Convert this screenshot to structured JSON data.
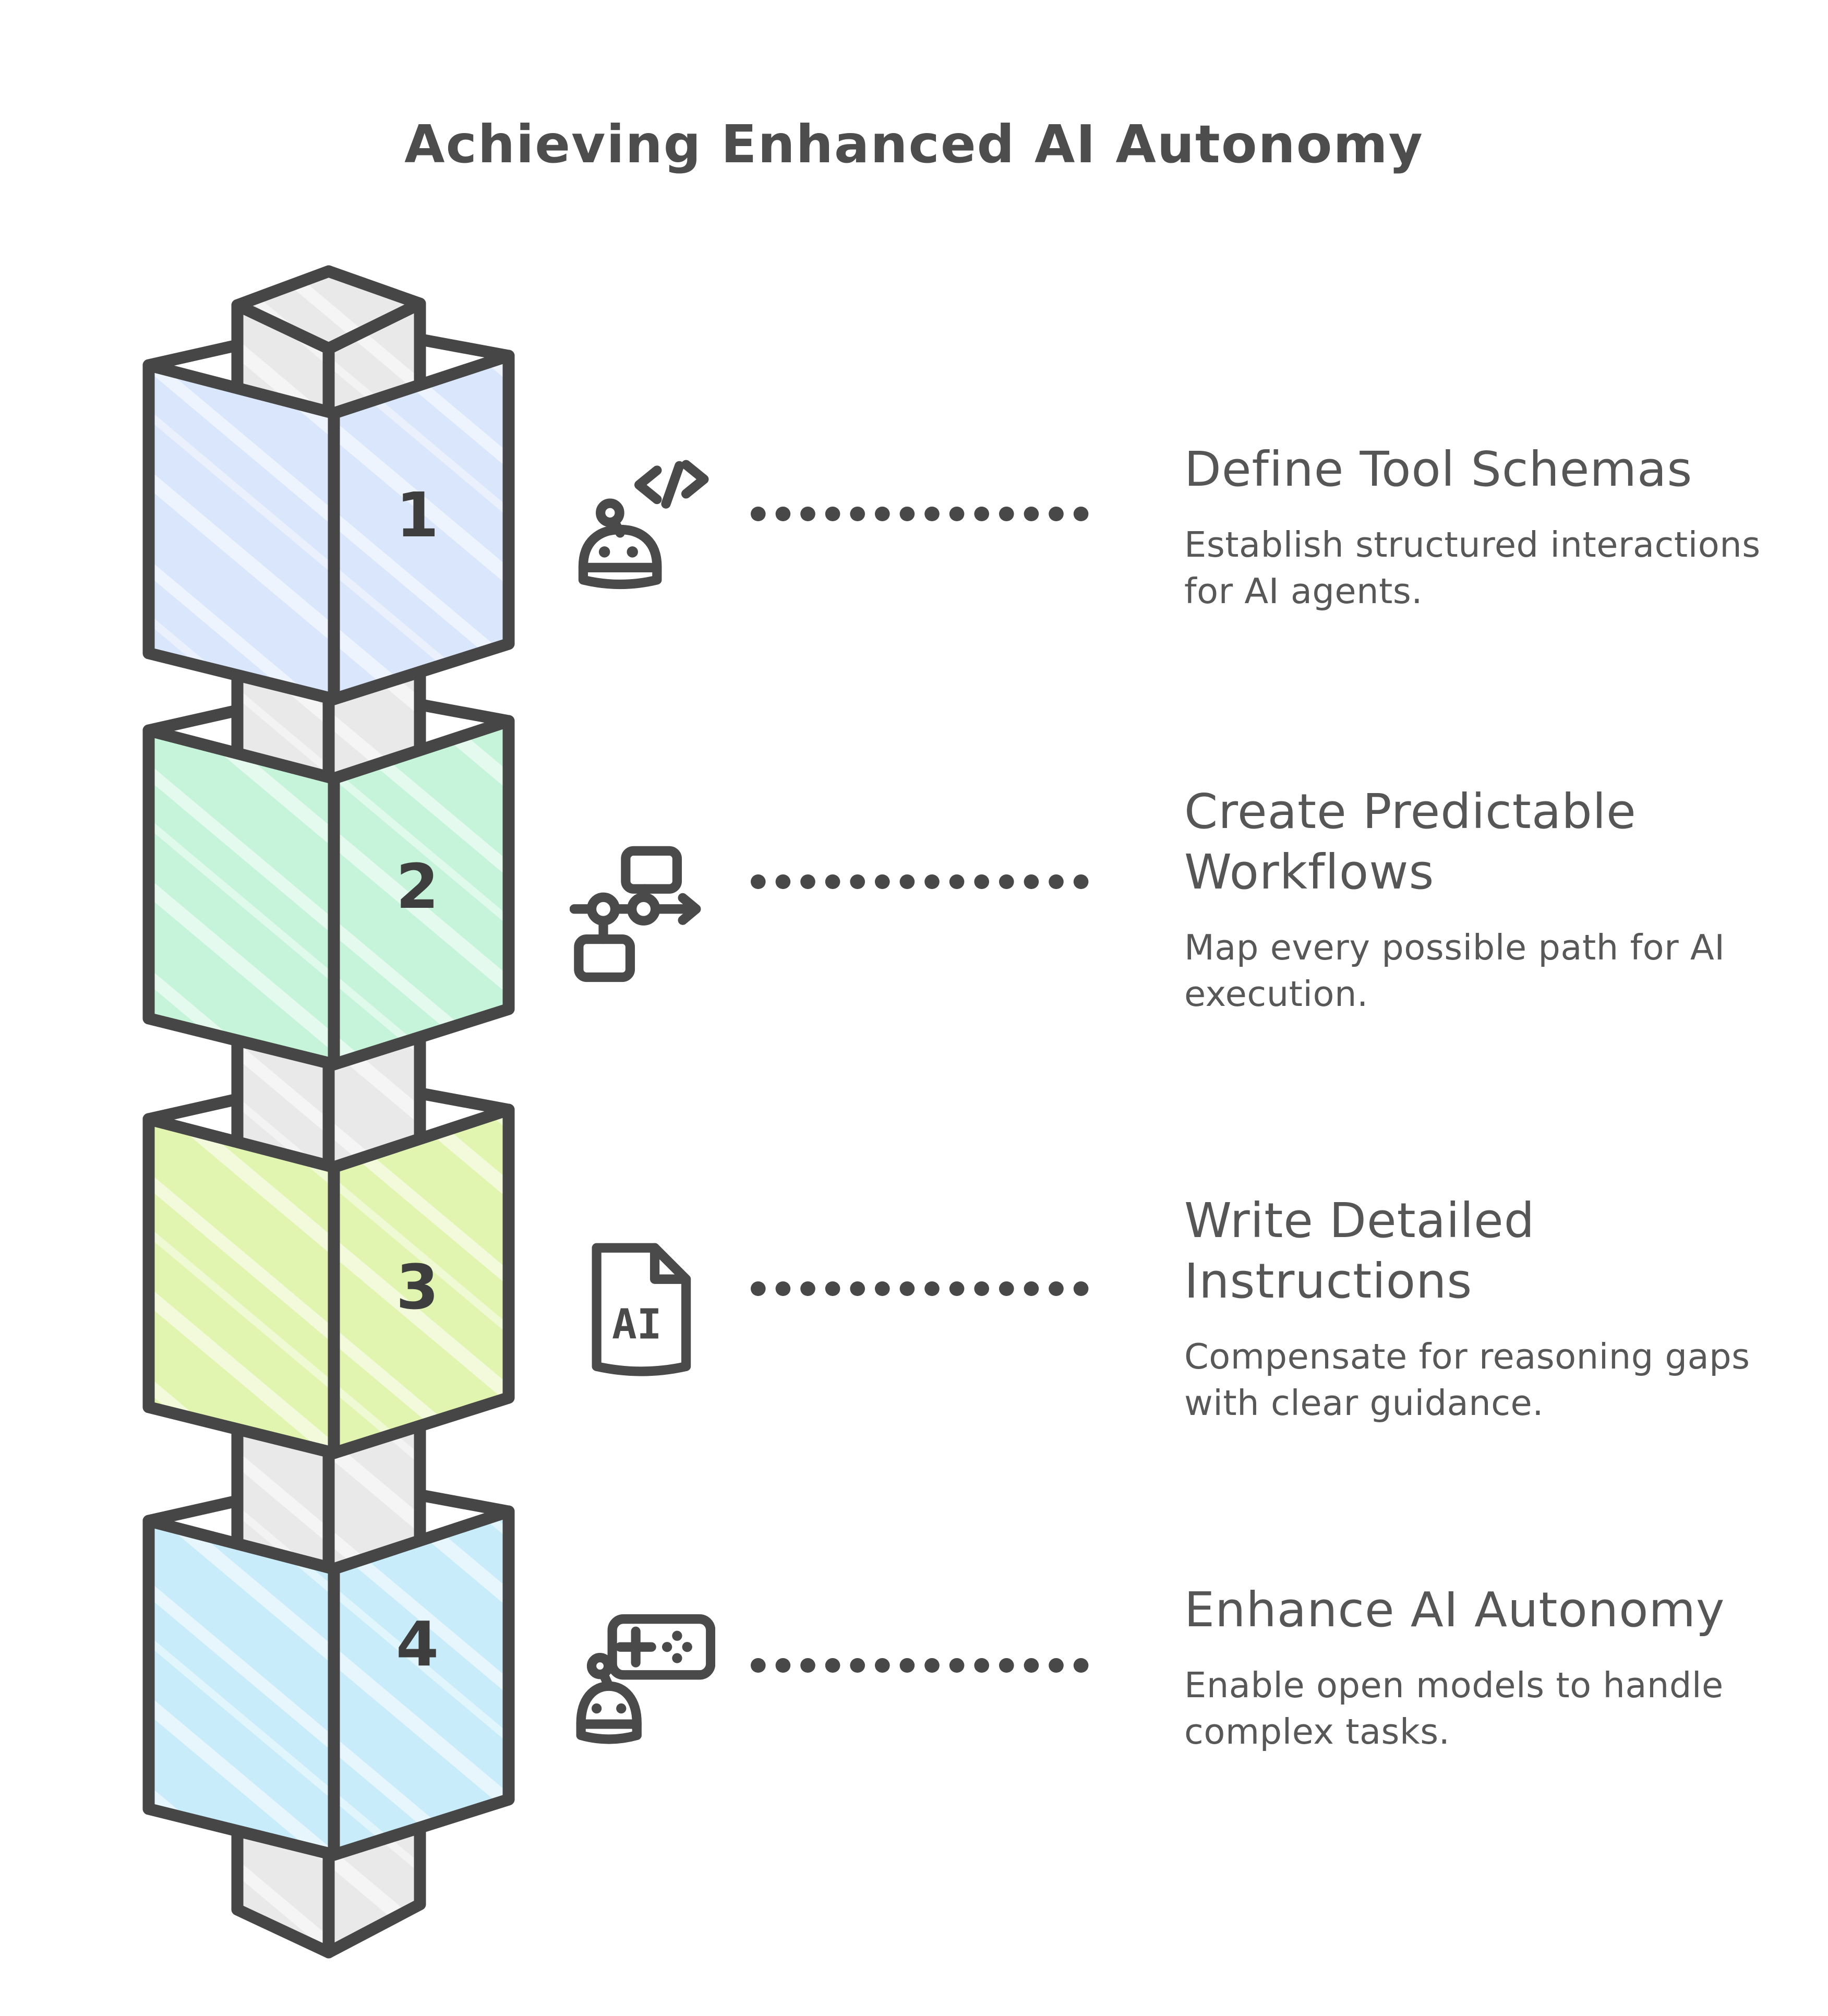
{
  "page": {
    "title": "Achieving Enhanced AI Autonomy"
  },
  "colors": {
    "outline": "#464646",
    "text_gray": "#565656",
    "peg_gray": "#e9e9e9",
    "dot_color": "#484848"
  },
  "steps": [
    {
      "number": "1",
      "title": "Define Tool Schemas",
      "description": "Establish structured interactions for AI agents.",
      "icon": "robot-code-icon",
      "color": "#d9e6fb"
    },
    {
      "number": "2",
      "title": "Create Predictable Workflows",
      "description": "Map every possible path for AI execution.",
      "icon": "workflow-icon",
      "color": "#c5f4da"
    },
    {
      "number": "3",
      "title": "Write Detailed Instructions",
      "description": "Compensate for reasoning gaps with clear guidance.",
      "icon": "ai-document-icon",
      "color": "#e2f5b0"
    },
    {
      "number": "4",
      "title": "Enhance AI Autonomy",
      "description": "Enable open models to handle complex tasks.",
      "icon": "robot-gamepad-icon",
      "color": "#c9ecfa"
    }
  ]
}
